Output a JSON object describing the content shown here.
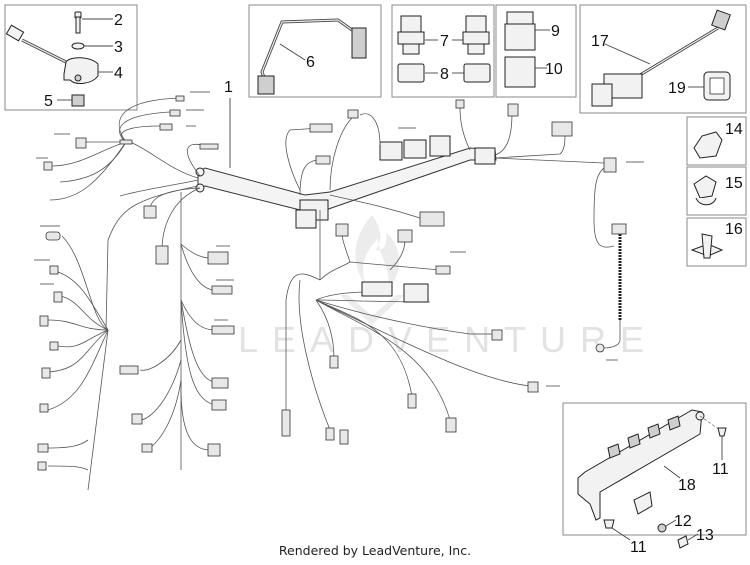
{
  "diagram": {
    "title": "Wiring harness parts diagram",
    "watermark": "LEADVENTURE",
    "footer": "Rendered by LeadVenture, Inc.",
    "callouts": {
      "c1": "1",
      "c2": "2",
      "c3": "3",
      "c4": "4",
      "c5": "5",
      "c6": "6",
      "c7": "7",
      "c8": "8",
      "c9": "9",
      "c10": "10",
      "c11a": "11",
      "c11b": "11",
      "c12": "12",
      "c13": "13",
      "c14": "14",
      "c15": "15",
      "c16": "16",
      "c17": "17",
      "c18": "18",
      "c19": "19"
    },
    "insets": [
      {
        "id": "inset-switch",
        "parts": [
          "2",
          "3",
          "4",
          "5"
        ]
      },
      {
        "id": "inset-harness-jumper",
        "parts": [
          "6"
        ]
      },
      {
        "id": "inset-relays",
        "parts": [
          "7",
          "8"
        ]
      },
      {
        "id": "inset-relay-covers",
        "parts": [
          "9",
          "10"
        ]
      },
      {
        "id": "inset-usb-socket",
        "parts": [
          "17",
          "19"
        ]
      },
      {
        "id": "inset-clip-14",
        "parts": [
          "14"
        ]
      },
      {
        "id": "inset-clip-15",
        "parts": [
          "15"
        ]
      },
      {
        "id": "inset-clip-16",
        "parts": [
          "16"
        ]
      },
      {
        "id": "inset-bracket",
        "parts": [
          "11",
          "12",
          "13",
          "18"
        ]
      }
    ]
  }
}
